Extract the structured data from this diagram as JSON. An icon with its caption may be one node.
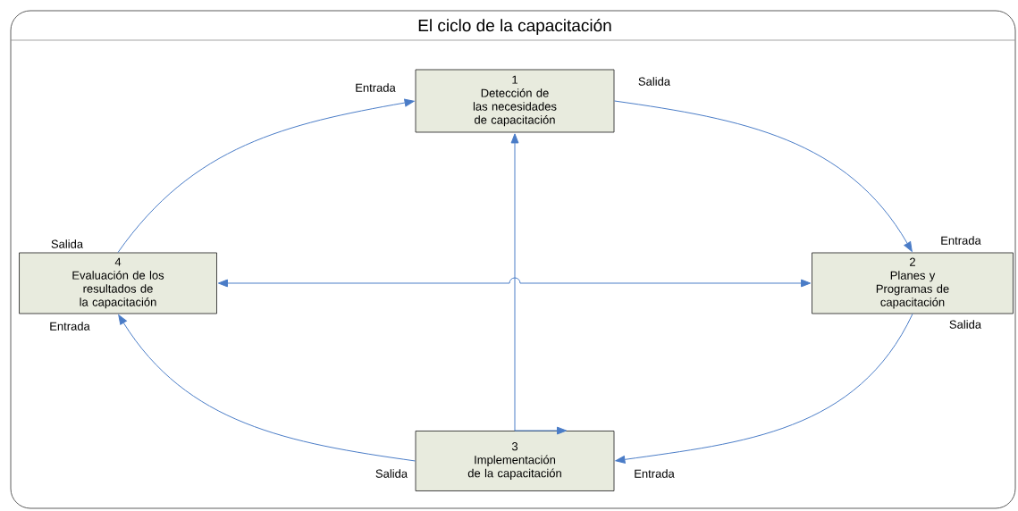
{
  "diagram": {
    "title": "El ciclo de la capacitación",
    "nodes": [
      {
        "text": [
          "1",
          "Detección de las necesidades de capacitación"
        ],
        "beside": [
          "Entrada",
          "Salida"
        ]
      },
      {
        "text": [
          "2",
          "Planes y Programas de capacitación"
        ],
        "beside": [
          "Entrada",
          "Salida"
        ]
      },
      {
        "text": [
          "3",
          "Implementación de la capacitación"
        ],
        "beside": [
          "Salida",
          "Entrada"
        ]
      },
      {
        "text": [
          "4",
          "Evaluación de los resultados de la capacitación"
        ],
        "beside": [
          "Salida",
          "Entrada"
        ]
      }
    ],
    "edges": [
      {
        "from": 0,
        "to": 1,
        "arrow": "to"
      },
      {
        "from": 1,
        "to": 2,
        "arrow": "to"
      },
      {
        "from": 2,
        "to": 3,
        "arrow": "to"
      },
      {
        "from": 3,
        "to": 0,
        "arrow": "to"
      },
      {
        "from": 2,
        "to": 0,
        "arrow": "both"
      },
      {
        "from": 3,
        "to": 1,
        "arrow": "both"
      }
    ]
  }
}
